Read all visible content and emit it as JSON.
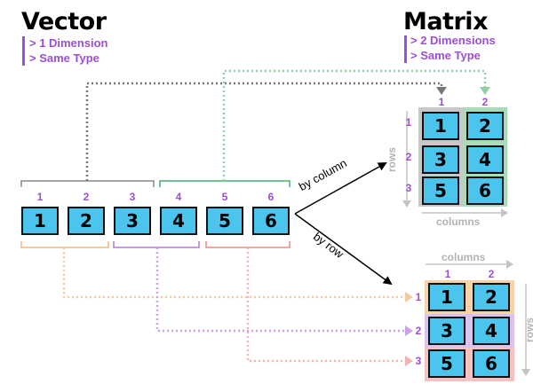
{
  "vector": {
    "title": "Vector",
    "notes": [
      "> 1 Dimension",
      "> Same Type"
    ],
    "elements": [
      "1",
      "2",
      "3",
      "4",
      "5",
      "6"
    ],
    "indices": [
      "1",
      "2",
      "3",
      "4",
      "5",
      "6"
    ]
  },
  "matrix": {
    "title": "Matrix",
    "notes": [
      "> 2 Dimensions",
      "> Same Type"
    ]
  },
  "by_column": {
    "arrow_label": "by column",
    "column_indices": [
      "1",
      "2"
    ],
    "row_indices": [
      "1",
      "2",
      "3"
    ],
    "rows_label": "rows",
    "columns_label": "columns",
    "cells": [
      [
        "1",
        "2"
      ],
      [
        "3",
        "4"
      ],
      [
        "5",
        "6"
      ]
    ]
  },
  "by_row": {
    "arrow_label": "by row",
    "column_indices": [
      "1",
      "2"
    ],
    "row_indices": [
      "1",
      "2",
      "3"
    ],
    "rows_label": "rows",
    "columns_label": "columns",
    "cells": [
      [
        "1",
        "2"
      ],
      [
        "3",
        "4"
      ],
      [
        "5",
        "6"
      ]
    ]
  },
  "colors": {
    "cell_fill": "#4bc5ee",
    "accent_purple": "#9b4fd6",
    "column1_gray": "#c8c8c8",
    "column2_green": "#a8dcb8",
    "row1_orange": "#f6d3a8",
    "row2_purple": "#dcc2f0",
    "row3_red": "#f5c2c2"
  }
}
